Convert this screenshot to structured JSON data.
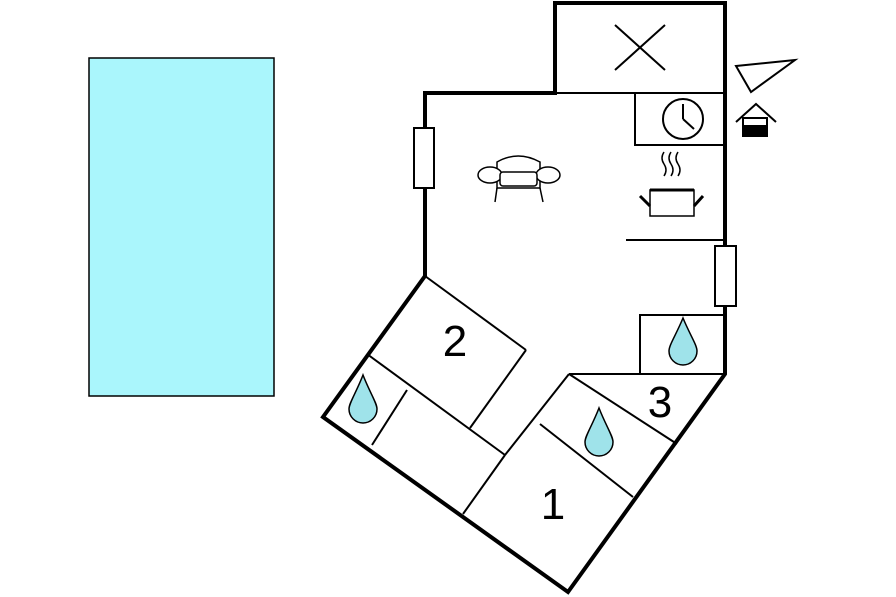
{
  "colors": {
    "pool": "#aaf6fc",
    "water": "#9fe3ea",
    "wall": "#000000",
    "background": "#ffffff"
  },
  "rooms": [
    {
      "id": "bedroom-1",
      "label": "1"
    },
    {
      "id": "bedroom-2",
      "label": "2"
    },
    {
      "id": "bedroom-3",
      "label": "3"
    }
  ],
  "icons": [
    "pool-rectangle",
    "terrace-x-icon",
    "clock-icon",
    "compass-north-icon",
    "house-entrance-icon",
    "sofa-icon",
    "cooking-pot-icon",
    "window-icon",
    "water-drop-icon"
  ]
}
